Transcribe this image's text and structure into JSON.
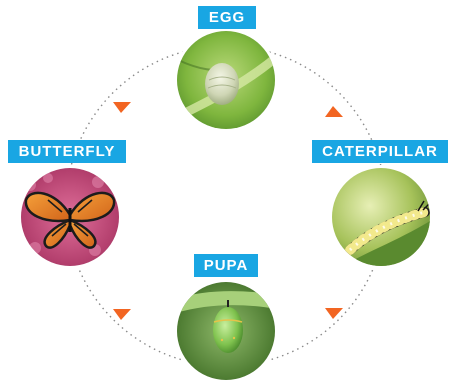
{
  "diagram": {
    "stages": [
      {
        "id": "egg",
        "label": "EGG"
      },
      {
        "id": "caterpillar",
        "label": "CATERPILLAR"
      },
      {
        "id": "pupa",
        "label": "PUPA"
      },
      {
        "id": "butterfly",
        "label": "BUTTERFLY"
      }
    ]
  },
  "colors": {
    "label_bg": "#19a6e3",
    "label_text": "#ffffff",
    "arrow": "#f26522",
    "cycle_line": "#888888"
  }
}
